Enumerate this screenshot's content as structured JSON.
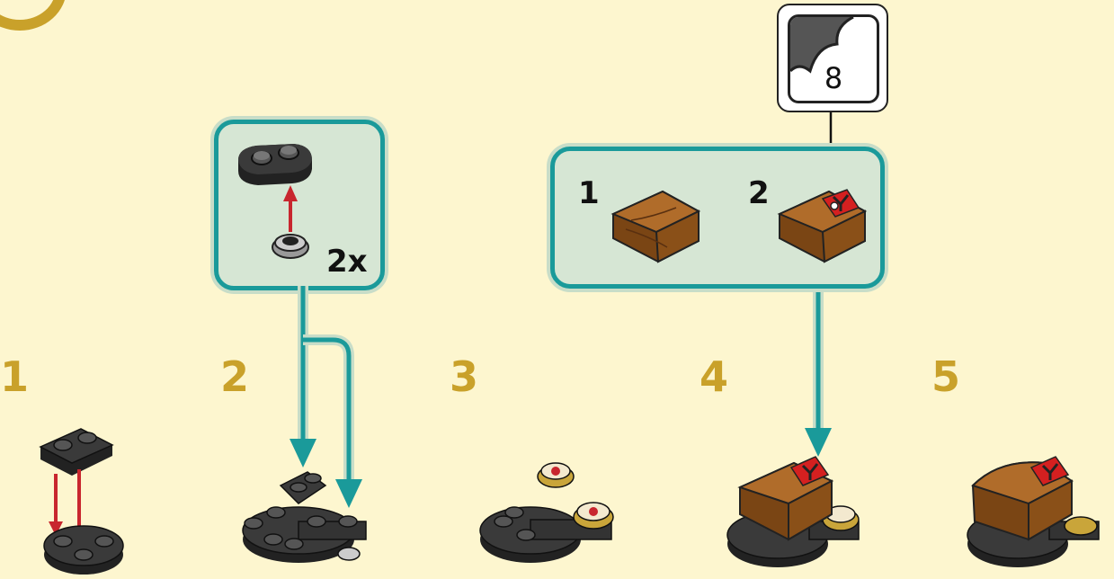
{
  "steps": [
    "1",
    "2",
    "3",
    "4",
    "5"
  ],
  "callout_a": {
    "quantity": "2x"
  },
  "callout_b": {
    "sub_steps": [
      "1",
      "2"
    ]
  },
  "sticker": {
    "number": "8"
  },
  "colors": {
    "background": "#fdf6cf",
    "step_number": "#c9a12a",
    "callout_fill": "#d6e6d4",
    "callout_border": "#1a9a9a",
    "arrow_teal": "#1a9a9a",
    "arrow_red": "#c8262e",
    "brick_dark": "#2e2e2e",
    "brick_brown": "#9a5a1e"
  }
}
